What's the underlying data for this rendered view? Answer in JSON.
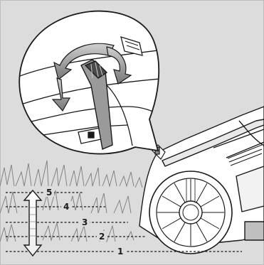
{
  "height_levels": [
    {
      "label": "5"
    },
    {
      "label": "4"
    },
    {
      "label": "3"
    },
    {
      "label": "2"
    },
    {
      "label": "1"
    }
  ],
  "colors": {
    "background": "#dcdcdc",
    "panel": "#ffffff",
    "line": "#1a1a1a",
    "lever": "#8a8a8a",
    "arrow": "#9a9a9a"
  }
}
